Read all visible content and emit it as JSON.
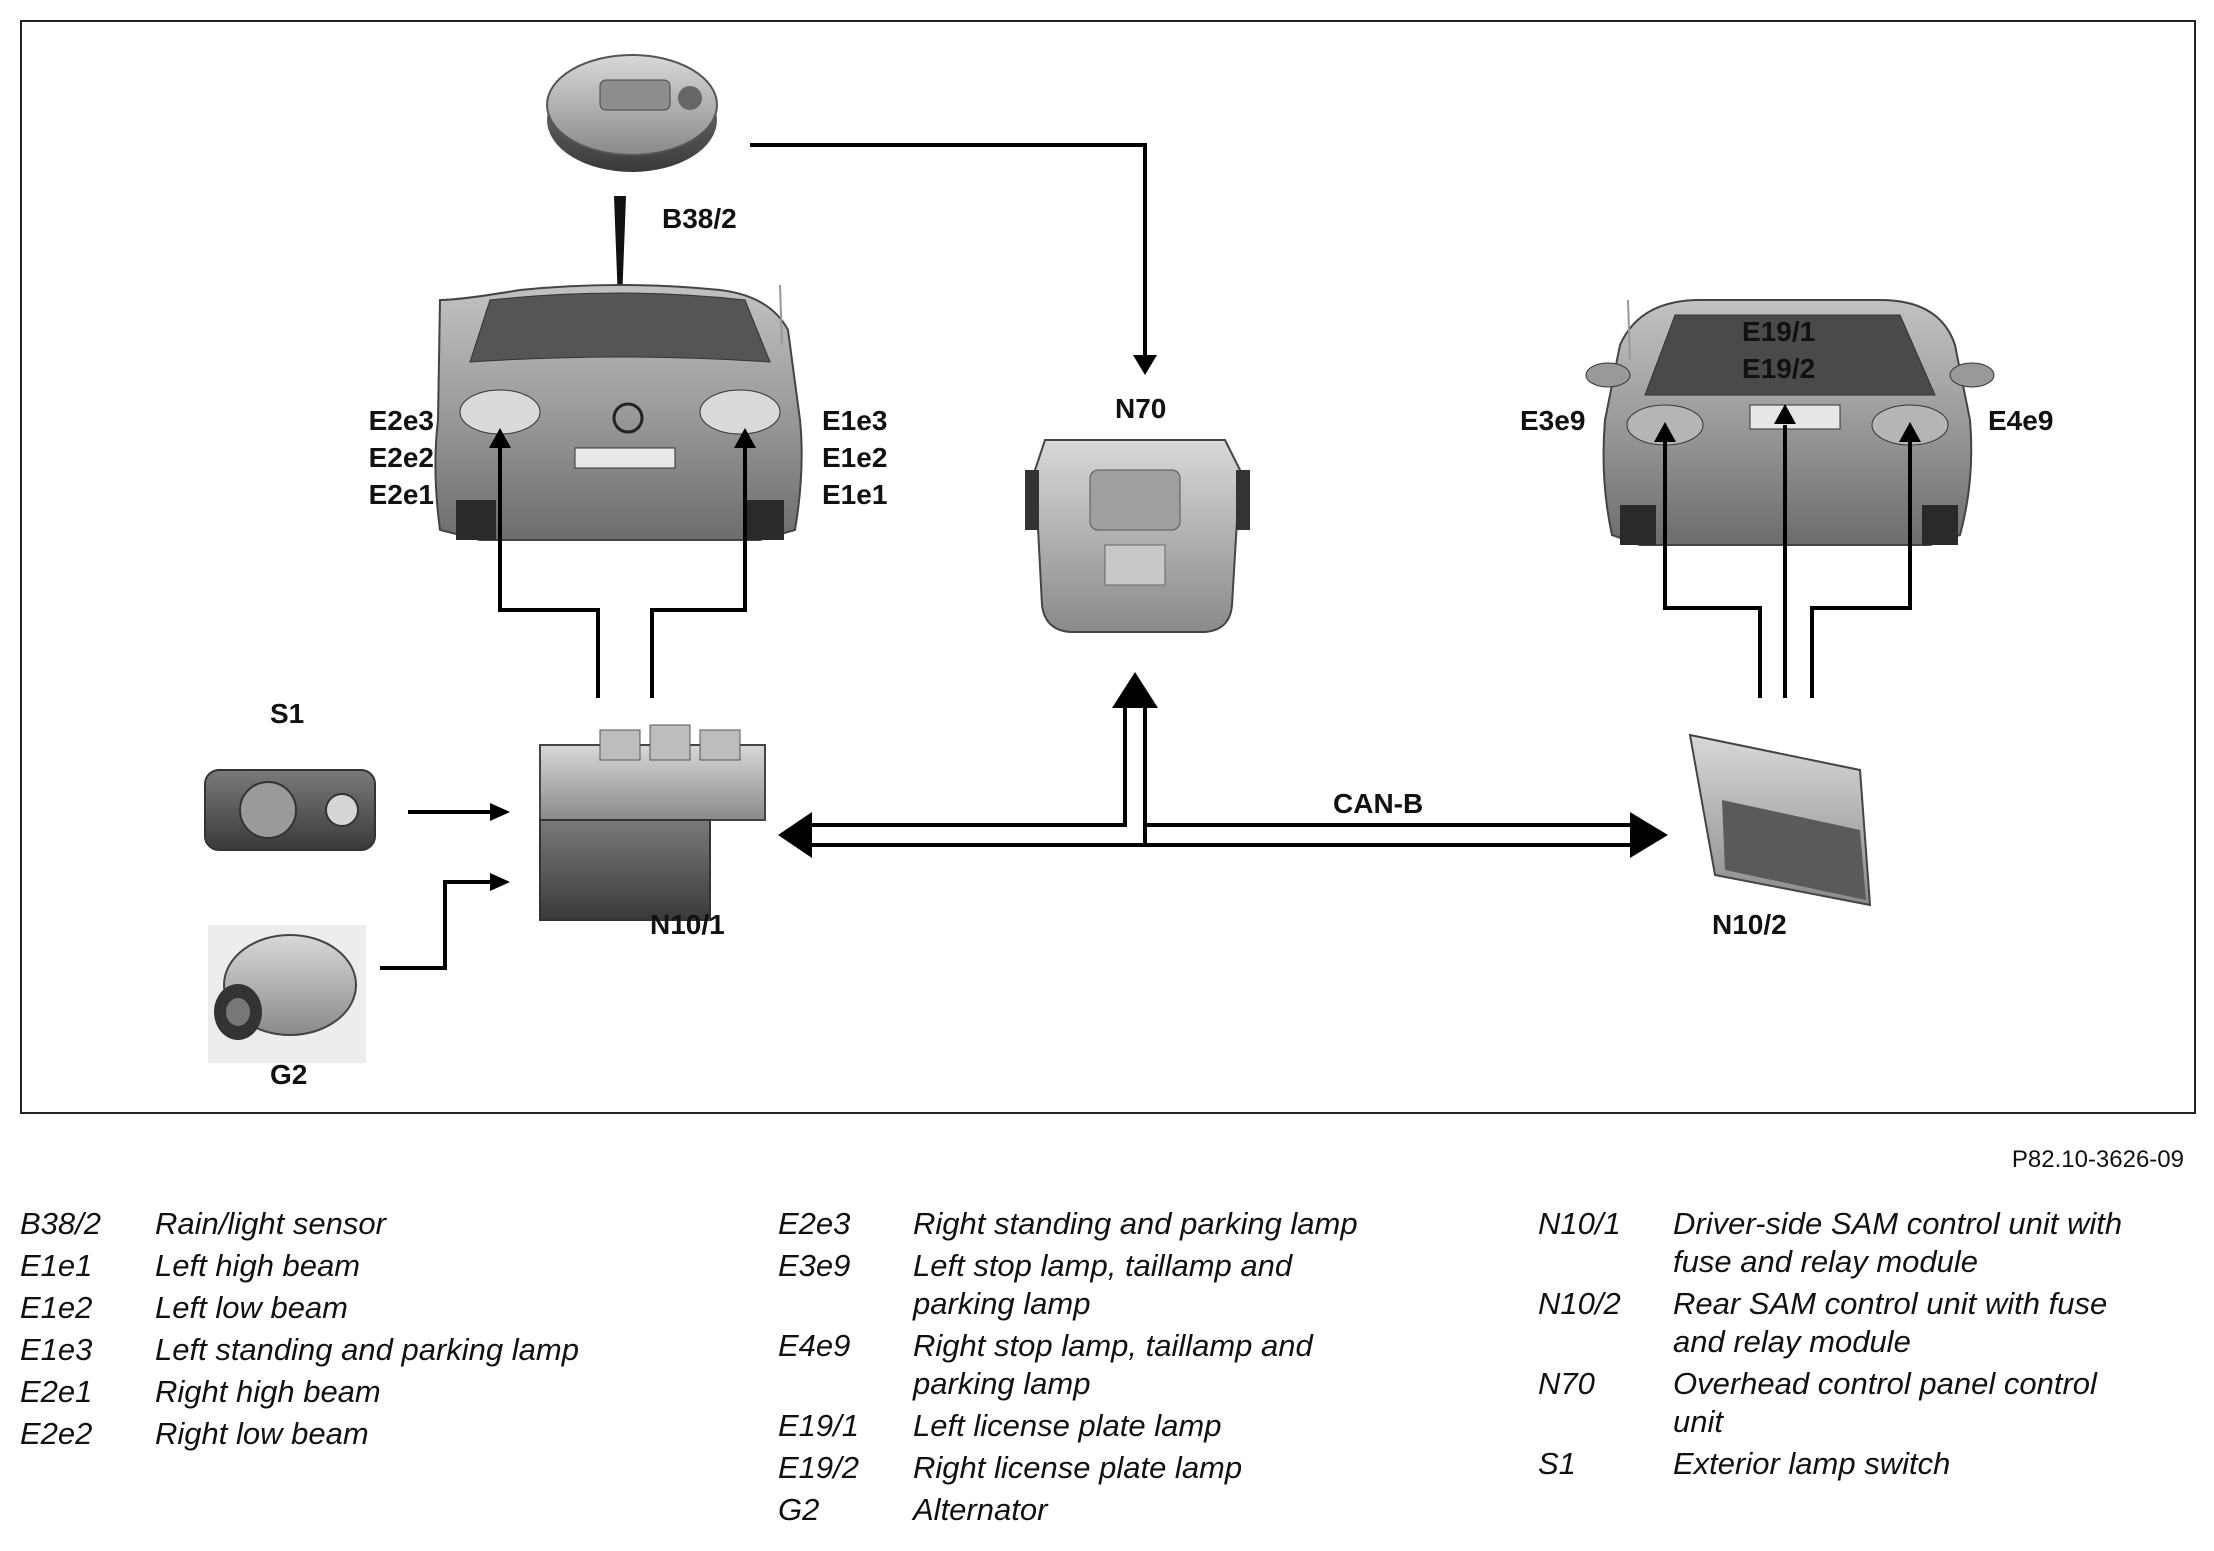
{
  "diagram": {
    "bus_label": "CAN-B",
    "reference_code": "P82.10-3626-09",
    "components": {
      "rain_light_sensor": "B38/2",
      "overhead_panel": "N70",
      "driver_sam": "N10/1",
      "rear_sam": "N10/2",
      "lamp_switch": "S1",
      "alternator": "G2",
      "front_left_lamps": [
        "E2e3",
        "E2e2",
        "E2e1"
      ],
      "front_right_lamps": [
        "E1e3",
        "E1e2",
        "E1e1"
      ],
      "rear_license_lamps": [
        "E19/1",
        "E19/2"
      ],
      "rear_left_lamp": "E3e9",
      "rear_right_lamp": "E4e9"
    }
  },
  "legend": {
    "col1": [
      {
        "code": "B38/2",
        "desc": "Rain/light sensor"
      },
      {
        "code": "E1e1",
        "desc": "Left high beam"
      },
      {
        "code": "E1e2",
        "desc": "Left low beam"
      },
      {
        "code": "E1e3",
        "desc": "Left standing and parking lamp"
      },
      {
        "code": "E2e1",
        "desc": "Right high beam"
      },
      {
        "code": "E2e2",
        "desc": "Right low beam"
      }
    ],
    "col2": [
      {
        "code": "E2e3",
        "desc": "Right standing and parking lamp"
      },
      {
        "code": "E3e9",
        "desc": "Left stop lamp, taillamp and\nparking lamp"
      },
      {
        "code": "E4e9",
        "desc": "Right stop lamp, taillamp and\nparking lamp"
      },
      {
        "code": "E19/1",
        "desc": "Left license plate lamp"
      },
      {
        "code": "E19/2",
        "desc": "Right license plate lamp"
      },
      {
        "code": "G2",
        "desc": "Alternator"
      }
    ],
    "col3": [
      {
        "code": "N10/1",
        "desc": "Driver-side SAM control unit with\nfuse and relay module"
      },
      {
        "code": "N10/2",
        "desc": "Rear SAM control unit with fuse\nand relay module"
      },
      {
        "code": "N70",
        "desc": "Overhead control panel control\nunit"
      },
      {
        "code": "S1",
        "desc": "Exterior lamp switch"
      }
    ]
  }
}
